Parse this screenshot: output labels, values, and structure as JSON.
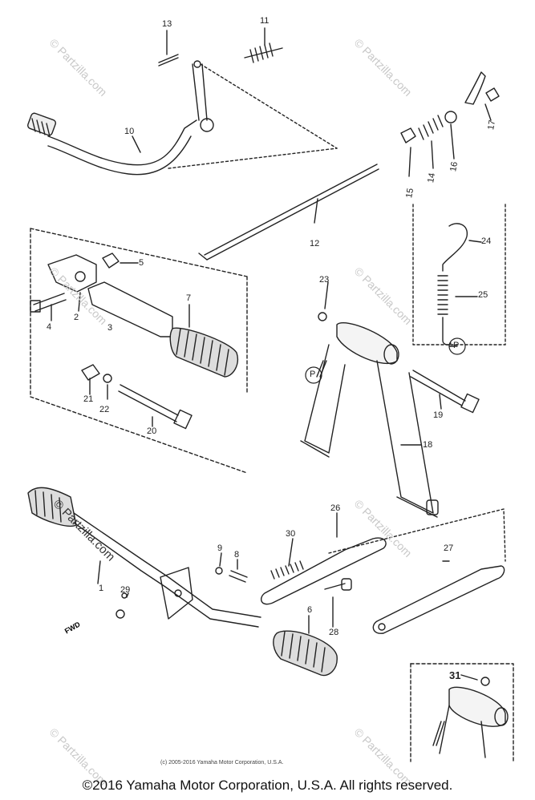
{
  "callouts": [
    "13",
    "11",
    "10",
    "12",
    "15",
    "14",
    "16",
    "17",
    "5",
    "2",
    "4",
    "3",
    "7",
    "23",
    "24",
    "25",
    "P",
    "P",
    "21",
    "22",
    "20",
    "19",
    "18",
    "9",
    "8",
    "30",
    "26",
    "1",
    "29",
    "27",
    "6",
    "28",
    "31"
  ],
  "fwd_label": "FWD",
  "watermark": "© Partzilla.com",
  "copyright_small": "(c) 2005-2016 Yamaha Motor Corporation, U.S.A.",
  "copyright_main": "©2016 Yamaha Motor Corporation, U.S.A. All rights reserved."
}
